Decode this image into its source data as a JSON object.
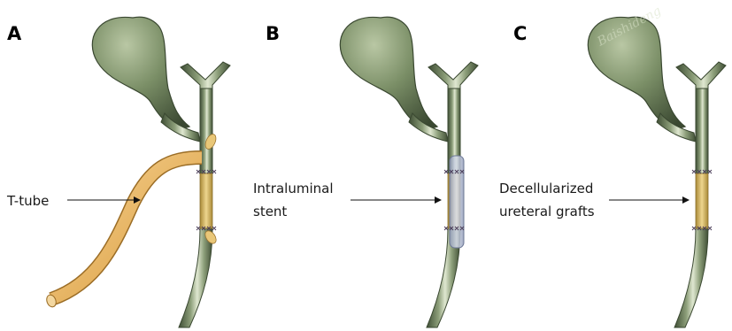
{
  "panels": [
    {
      "letter": "A",
      "label_lines": [
        "T-tube"
      ],
      "device": "t-tube"
    },
    {
      "letter": "B",
      "label_lines": [
        "Intraluminal",
        "stent"
      ],
      "device": "intraluminal-stent"
    },
    {
      "letter": "C",
      "label_lines": [
        "Decellularized",
        "ureteral grafts"
      ],
      "device": "decellularized-ureteral-graft"
    }
  ],
  "watermark_text": "Baishideng",
  "colors": {
    "duct_fill": "#8c9e79",
    "duct_shadow": "#3f4e35",
    "duct_highlight": "#e6ecd9",
    "graft": "#d8b85e",
    "tube": "#e9b55a",
    "stent": "#bfc8df"
  }
}
